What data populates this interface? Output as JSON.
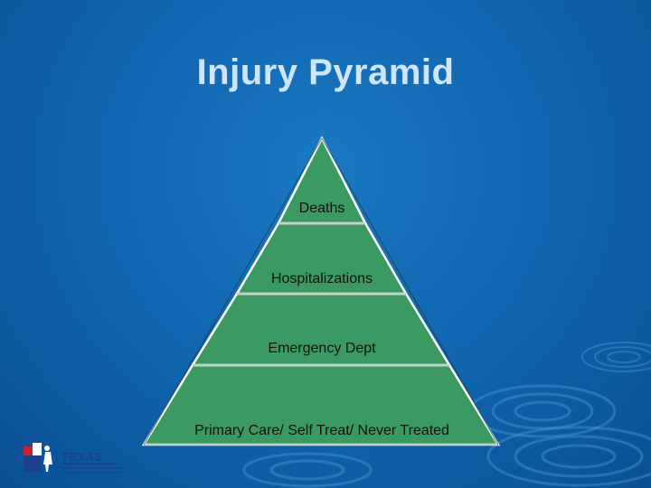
{
  "slide": {
    "title": "Injury Pyramid"
  },
  "pyramid": {
    "tiers": [
      {
        "label": "Deaths"
      },
      {
        "label": "Hospitalizations"
      },
      {
        "label": "Emergency Dept"
      },
      {
        "label": "Primary Care/ Self Treat/ Never Treated"
      }
    ],
    "fill_color": "#3a9a62",
    "border_color": "#ffffff"
  },
  "logo": {
    "text": "TEXAS"
  },
  "colors": {
    "background": "#0f63ad",
    "title": "#cfe6fa"
  }
}
